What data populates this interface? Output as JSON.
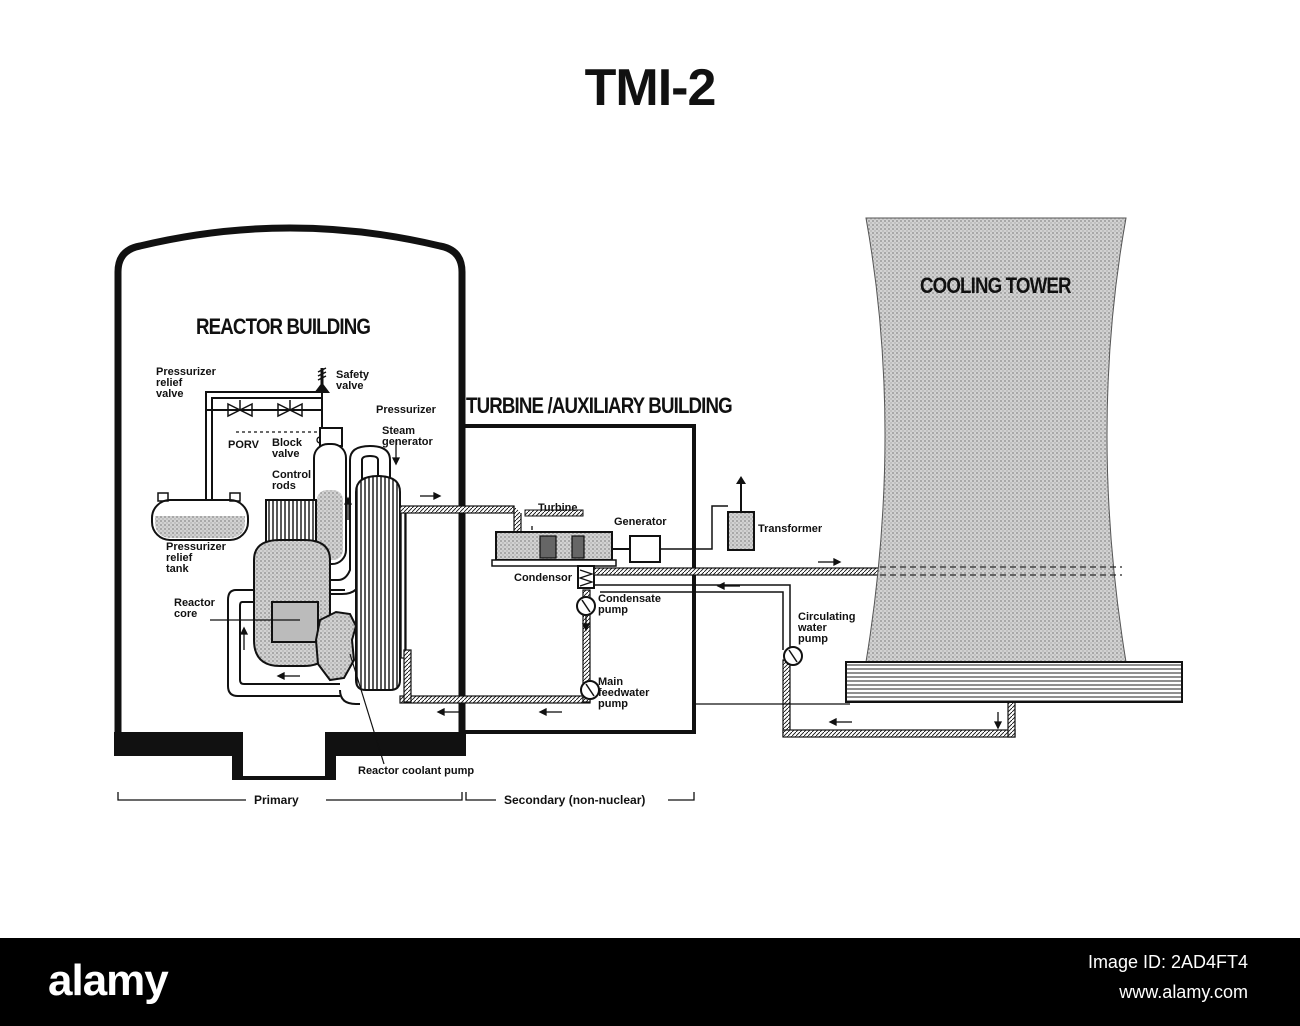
{
  "diagram": {
    "title": "TMI-2",
    "buildings": {
      "reactor": "REACTOR BUILDING",
      "turbine": "TURBINE /AUXILIARY BUILDING",
      "tower": "COOLING TOWER"
    },
    "labels": {
      "pressurizer_relief_valve": [
        "Pressurizer",
        "relief",
        "valve"
      ],
      "safety_valve": [
        "Safety",
        "valve"
      ],
      "pressurizer": "Pressurizer",
      "porv": "PORV",
      "block_valve": [
        "Block",
        "valve"
      ],
      "steam_generator": [
        "Steam",
        "generator"
      ],
      "control_rods": [
        "Control",
        "rods"
      ],
      "pressurizer_relief_tank": [
        "Pressurizer",
        "relief",
        "tank"
      ],
      "reactor_core": [
        "Reactor",
        "core"
      ],
      "reactor_coolant_pump": "Reactor coolant pump",
      "turbine": "Turbine",
      "generator": "Generator",
      "transformer": "Transformer",
      "condensor": "Condensor",
      "condensate_pump": [
        "Condensate",
        "pump"
      ],
      "main_feedwater_pump": [
        "Main",
        "feedwater",
        "pump"
      ],
      "circulating_water_pump": [
        "Circulating",
        "water",
        "pump"
      ]
    },
    "sections": {
      "primary": "Primary",
      "secondary": "Secondary (non-nuclear)"
    }
  },
  "footer": {
    "logo": "alamy",
    "image_id": "Image ID: 2AD4FT4",
    "url": "www.alamy.com"
  },
  "colors": {
    "ink": "#111111",
    "tower_fill": "#c9c9c9",
    "footer_bg": "#000000"
  }
}
